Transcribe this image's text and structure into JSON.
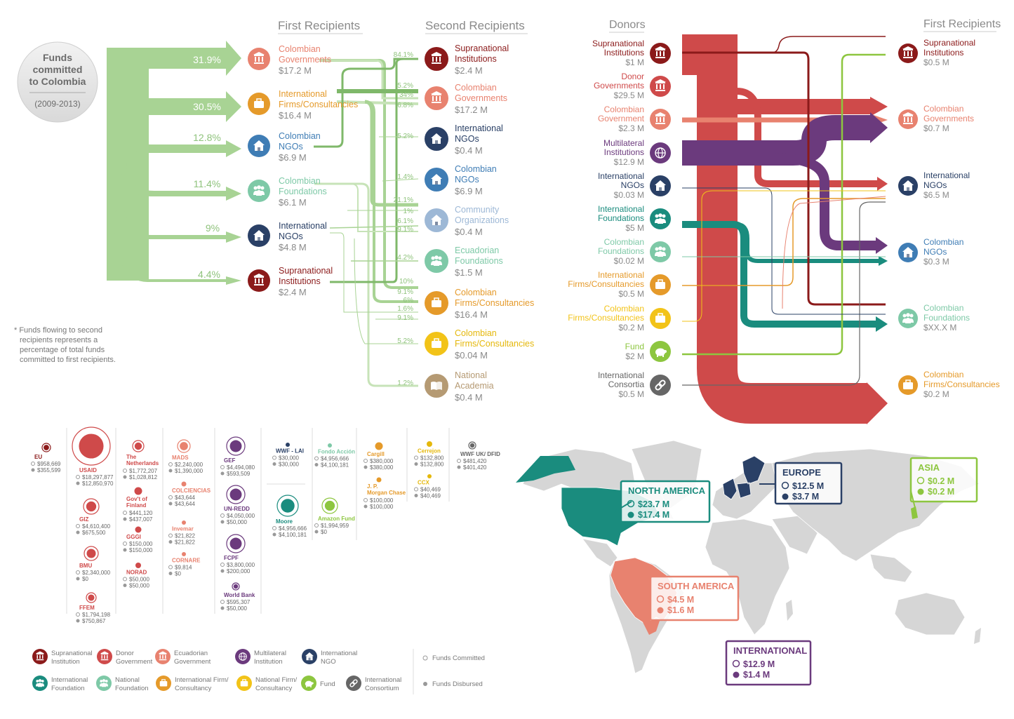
{
  "flow_left": {
    "title_lines": [
      "Funds",
      "committed",
      "to Colombia"
    ],
    "period": "(2009-2013)",
    "header_first": "First Recipients",
    "header_second": "Second Recipients",
    "note": [
      "* Funds flowing to second",
      "recipients represents a",
      "percentage of total funds",
      "committed to first recipients."
    ],
    "first": [
      {
        "pct": "31.9%",
        "l1": "Colombian",
        "l2": "Governments",
        "amt": "$17.2 M",
        "color": "#e8826f"
      },
      {
        "pct": "30.5%",
        "l1": "International",
        "l2": "Firms/Consultancies",
        "amt": "$16.4 M",
        "color": "#e59a2a"
      },
      {
        "pct": "12.8%",
        "l1": "Colombian",
        "l2": "NGOs",
        "amt": "$6.9 M",
        "color": "#3f7db5"
      },
      {
        "pct": "11.4%",
        "l1": "Colombian",
        "l2": "Foundations",
        "amt": "$6.1 M",
        "color": "#7ec9a7"
      },
      {
        "pct": "9%",
        "l1": "International",
        "l2": "NGOs",
        "amt": "$4.8 M",
        "color": "#2a4066"
      },
      {
        "pct": "4.4%",
        "l1": "Supranational",
        "l2": "Institutions",
        "amt": "$2.4 M",
        "color": "#8b1a1a"
      }
    ],
    "second": [
      {
        "l1": "Supranational",
        "l2": "Institutions",
        "amt": "$2.4 M",
        "color": "#8b1a1a",
        "textcolor": "#8b1a1a"
      },
      {
        "l1": "Colombian",
        "l2": "Governments",
        "amt": "$17.2 M",
        "color": "#e8826f",
        "textcolor": "#e8826f"
      },
      {
        "l1": "International",
        "l2": "NGOs",
        "amt": "$0.4 M",
        "color": "#2a4066",
        "textcolor": "#2a4066"
      },
      {
        "l1": "Colombian",
        "l2": "NGOs",
        "amt": "$6.9 M",
        "color": "#3f7db5",
        "textcolor": "#3f7db5"
      },
      {
        "l1": "Community",
        "l2": "Organizations",
        "amt": "$0.4 M",
        "color": "#9db8d6",
        "textcolor": "#9db8d6"
      },
      {
        "l1": "Ecuadorian",
        "l2": "Foundations",
        "amt": "$1.5 M",
        "color": "#7ec9a7",
        "textcolor": "#7ec9a7"
      },
      {
        "l1": "Colombian",
        "l2": "Firms/Consultancies",
        "amt": "$16.4 M",
        "color": "#e59a2a",
        "textcolor": "#e59a2a"
      },
      {
        "l1": "Colombian",
        "l2": "Firms/Consultancies",
        "amt": "$0.04 M",
        "color": "#f2c318",
        "textcolor": "#e5b80c"
      },
      {
        "l1": "National",
        "l2": "Academia",
        "amt": "$0.4 M",
        "color": "#b59a73",
        "textcolor": "#b59a73"
      }
    ],
    "second_pcts": [
      "84.1%",
      "5.2%",
      "34%",
      "6.8%",
      "5.2%",
      "1.4%",
      "21.1%",
      "1%",
      "6.1%",
      "9.1%",
      "4.2%",
      "10%",
      "9.1%",
      "6%",
      "1.6%",
      "9.1%",
      "5.2%",
      "1.2%"
    ]
  },
  "flow_right": {
    "header_donors": "Donors",
    "header_first": "First Recipients",
    "donors": [
      {
        "l1": "Supranational",
        "l2": "Institutions",
        "amt": "$1 M",
        "color": "#8b1a1a"
      },
      {
        "l1": "Donor",
        "l2": "Governments",
        "amt": "$29.5 M",
        "color": "#cf4a4a"
      },
      {
        "l1": "Colombian",
        "l2": "Government",
        "amt": "$2.3 M",
        "color": "#e8826f"
      },
      {
        "l1": "Multilateral",
        "l2": "Institutions",
        "amt": "$12.9 M",
        "color": "#6b3a7d"
      },
      {
        "l1": "International",
        "l2": "NGOs",
        "amt": "$0.03 M",
        "color": "#2a4066"
      },
      {
        "l1": "International",
        "l2": "Foundations",
        "amt": "$5 M",
        "color": "#1a8c7e"
      },
      {
        "l1": "Colombian",
        "l2": "Foundations",
        "amt": "$0.02 M",
        "color": "#7ec9a7"
      },
      {
        "l1": "International",
        "l2": "Firms/Consultancies",
        "amt": "$0.5 M",
        "color": "#e59a2a"
      },
      {
        "l1": "Colombian",
        "l2": "Firms/Consultancies",
        "amt": "$0.2 M",
        "color": "#f2c318"
      },
      {
        "l1": "Fund",
        "l2": "",
        "amt": "$2 M",
        "color": "#8dc63f"
      },
      {
        "l1": "International",
        "l2": "Consortia",
        "amt": "$0.5 M",
        "color": "#666666"
      }
    ],
    "recipients": [
      {
        "l1": "Supranational",
        "l2": "Institutions",
        "amt": "$0.5 M",
        "color": "#8b1a1a"
      },
      {
        "l1": "Colombian",
        "l2": "Governments",
        "amt": "$0.7 M",
        "color": "#e8826f"
      },
      {
        "l1": "International",
        "l2": "NGOs",
        "amt": "$6.5 M",
        "color": "#2a4066"
      },
      {
        "l1": "Colombian",
        "l2": "NGOs",
        "amt": "$0.3 M",
        "color": "#3f7db5"
      },
      {
        "l1": "Colombian",
        "l2": "Foundations",
        "amt": "$XX.X M",
        "color": "#7ec9a7"
      },
      {
        "l1": "Colombian",
        "l2": "Firms/Consultancies",
        "amt": "$0.2 M",
        "color": "#e59a2a"
      }
    ]
  },
  "donor_cols": [
    {
      "color": "#8b1a1a",
      "items": [
        {
          "name": "EU",
          "c": "$958,669",
          "d": "$355,599"
        }
      ]
    },
    {
      "color": "#cf4a4a",
      "items": [
        {
          "name": "USAID",
          "c": "$18,297,877",
          "d": "$12,850,970"
        },
        {
          "name": "GIZ",
          "c": "$4,610,400",
          "d": "$675,500"
        },
        {
          "name": "BMU",
          "c": "$2,340,000",
          "d": "$0"
        },
        {
          "name": "FFEM",
          "c": "$1,794,198",
          "d": "$750,867"
        }
      ]
    },
    {
      "color": "#cf4a4a",
      "items": [
        {
          "name": "The Netherlands",
          "c": "$1,772,207",
          "d": "$1,028,812"
        },
        {
          "name": "Gov't of Finland",
          "c": "$441,120",
          "d": "$437,007"
        },
        {
          "name": "GGGI",
          "c": "$150,000",
          "d": "$150,000"
        },
        {
          "name": "NORAD",
          "c": "$50,000",
          "d": "$50,000"
        }
      ]
    },
    {
      "color": "#e8826f",
      "items": [
        {
          "name": "MADS",
          "c": "$2,240,000",
          "d": "$1,390,000"
        },
        {
          "name": "COLCIENCIAS",
          "c": "$43,644",
          "d": "$43,644"
        },
        {
          "name": "Invemar",
          "c": "$21,822",
          "d": "$21,822"
        },
        {
          "name": "CORNARE",
          "c": "$9,814",
          "d": "$0"
        }
      ]
    },
    {
      "color": "#6b3a7d",
      "items": [
        {
          "name": "GEF",
          "c": "$4,494,080",
          "d": "$593,509"
        },
        {
          "name": "UN-REDD",
          "c": "$4,050,000",
          "d": "$50,000"
        },
        {
          "name": "FCPF",
          "c": "$3,800,000",
          "d": "$200,000"
        },
        {
          "name": "World Bank",
          "c": "$595,307",
          "d": "$50,000"
        }
      ]
    },
    {
      "color": "#2a4066",
      "items": [
        {
          "name": "WWF - LAI",
          "c": "$30,000",
          "d": "$30,000"
        }
      ]
    },
    {
      "color": "#1a8c7e",
      "items": [
        {
          "name": "Moore",
          "c": "$4,956,666",
          "d": "$4,100,181"
        }
      ]
    },
    {
      "color": "#7ec9a7",
      "items": [
        {
          "name": "Fondo Acción",
          "c": "$4,956,666",
          "d": "$4,100,181"
        }
      ]
    },
    {
      "color": "#8dc63f",
      "items": [
        {
          "name": "Amazon Fund",
          "c": "$1,994,959",
          "d": "$0"
        }
      ]
    },
    {
      "color": "#e59a2a",
      "items": [
        {
          "name": "Cargill",
          "c": "$380,000",
          "d": "$380,000"
        },
        {
          "name": "J. P. Morgan Chase",
          "c": "$100,000",
          "d": "$100,000"
        }
      ]
    },
    {
      "color": "#e5b80c",
      "items": [
        {
          "name": "Cerrejon",
          "c": "$132,800",
          "d": "$132,800"
        },
        {
          "name": "CCX",
          "c": "$40,469",
          "d": "$40,469"
        }
      ]
    },
    {
      "color": "#666666",
      "items": [
        {
          "name": "WWF UK/ DFID",
          "c": "$481,420",
          "d": "$401,420"
        }
      ]
    }
  ],
  "legend": {
    "items": [
      {
        "l1": "Supranational",
        "l2": "Institution",
        "color": "#8b1a1a"
      },
      {
        "l1": "Donor",
        "l2": "Government",
        "color": "#cf4a4a"
      },
      {
        "l1": "Ecuadorian",
        "l2": "Government",
        "color": "#e8826f"
      },
      {
        "l1": "Multilateral",
        "l2": "Institution",
        "color": "#6b3a7d"
      },
      {
        "l1": "International",
        "l2": "NGO",
        "color": "#2a4066"
      },
      {
        "l1": "International",
        "l2": "Foundation",
        "color": "#1a8c7e"
      },
      {
        "l1": "National",
        "l2": "Foundation",
        "color": "#7ec9a7"
      },
      {
        "l1": "International Firm/",
        "l2": "Consultancy",
        "color": "#e59a2a"
      },
      {
        "l1": "National Firm/",
        "l2": "Consultancy",
        "color": "#f2c318"
      },
      {
        "l1": "Fund",
        "l2": "",
        "color": "#8dc63f"
      },
      {
        "l1": "International",
        "l2": "Consortium",
        "color": "#666666"
      }
    ],
    "committed": "Funds Committed",
    "disbursed": "Funds Disbursed"
  },
  "regions": [
    {
      "name": "NORTH AMERICA",
      "c": "$23.7 M",
      "d": "$17.4 M",
      "color": "#1a8c7e"
    },
    {
      "name": "EUROPE",
      "c": "$12.5 M",
      "d": "$3.7 M",
      "color": "#2a4066"
    },
    {
      "name": "ASIA",
      "c": "$0.2 M",
      "d": "$0.2 M",
      "color": "#8dc63f"
    },
    {
      "name": "SOUTH AMERICA",
      "c": "$4.5 M",
      "d": "$1.6 M",
      "color": "#e8826f"
    },
    {
      "name": "INTERNATIONAL",
      "c": "$12.9 M",
      "d": "$1.4 M",
      "color": "#6b3a7d"
    }
  ]
}
